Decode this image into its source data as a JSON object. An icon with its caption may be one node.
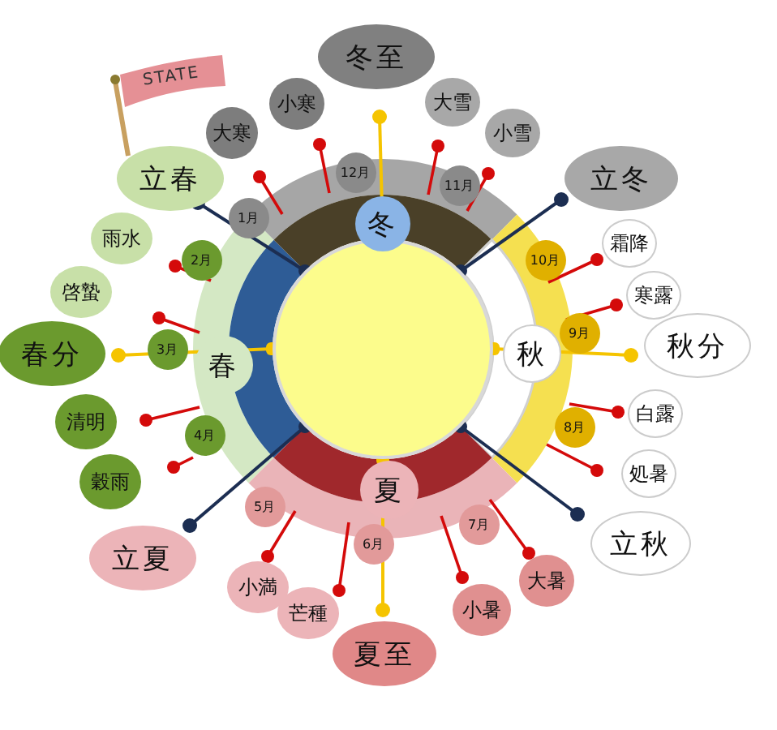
{
  "diagram": {
    "nodes": [
      {
        "text": [],
        "shape": "circle"
      },
      {
        "text": [
          "春"
        ]
      },
      {
        "text": [
          "夏"
        ]
      },
      {
        "text": [
          "秋"
        ]
      },
      {
        "text": [
          "冬"
        ]
      },
      {
        "text": [
          "1月"
        ]
      },
      {
        "text": [
          "2月"
        ]
      },
      {
        "text": [
          "3月"
        ]
      },
      {
        "text": [
          "4月"
        ]
      },
      {
        "text": [
          "5月"
        ]
      },
      {
        "text": [
          "6月"
        ]
      },
      {
        "text": [
          "7月"
        ]
      },
      {
        "text": [
          "8月"
        ]
      },
      {
        "text": [
          "9月"
        ]
      },
      {
        "text": [
          "10月"
        ]
      },
      {
        "text": [
          "11月"
        ]
      },
      {
        "text": [
          "12月"
        ]
      },
      {
        "text": [
          "立春"
        ]
      },
      {
        "text": [
          "雨水"
        ]
      },
      {
        "text": [
          "啓蟄"
        ]
      },
      {
        "text": [
          "春分"
        ]
      },
      {
        "text": [
          "清明"
        ]
      },
      {
        "text": [
          "穀雨"
        ]
      },
      {
        "text": [
          "立夏"
        ]
      },
      {
        "text": [
          "小満"
        ]
      },
      {
        "text": [
          "芒種"
        ]
      },
      {
        "text": [
          "夏至"
        ]
      },
      {
        "text": [
          "小暑"
        ]
      },
      {
        "text": [
          "大暑"
        ]
      },
      {
        "text": [
          "立秋"
        ]
      },
      {
        "text": [
          "処暑"
        ]
      },
      {
        "text": [
          "白露"
        ]
      },
      {
        "text": [
          "秋分"
        ]
      },
      {
        "text": [
          "寒露"
        ]
      },
      {
        "text": [
          "霜降"
        ]
      },
      {
        "text": [
          "立冬"
        ]
      },
      {
        "text": [
          "小雪"
        ]
      },
      {
        "text": [
          "大雪"
        ]
      },
      {
        "text": [
          "冬至"
        ]
      },
      {
        "text": [
          "小寒"
        ]
      },
      {
        "text": [
          "大寒"
        ]
      }
    ],
    "labels": [
      "STATE"
    ]
  }
}
